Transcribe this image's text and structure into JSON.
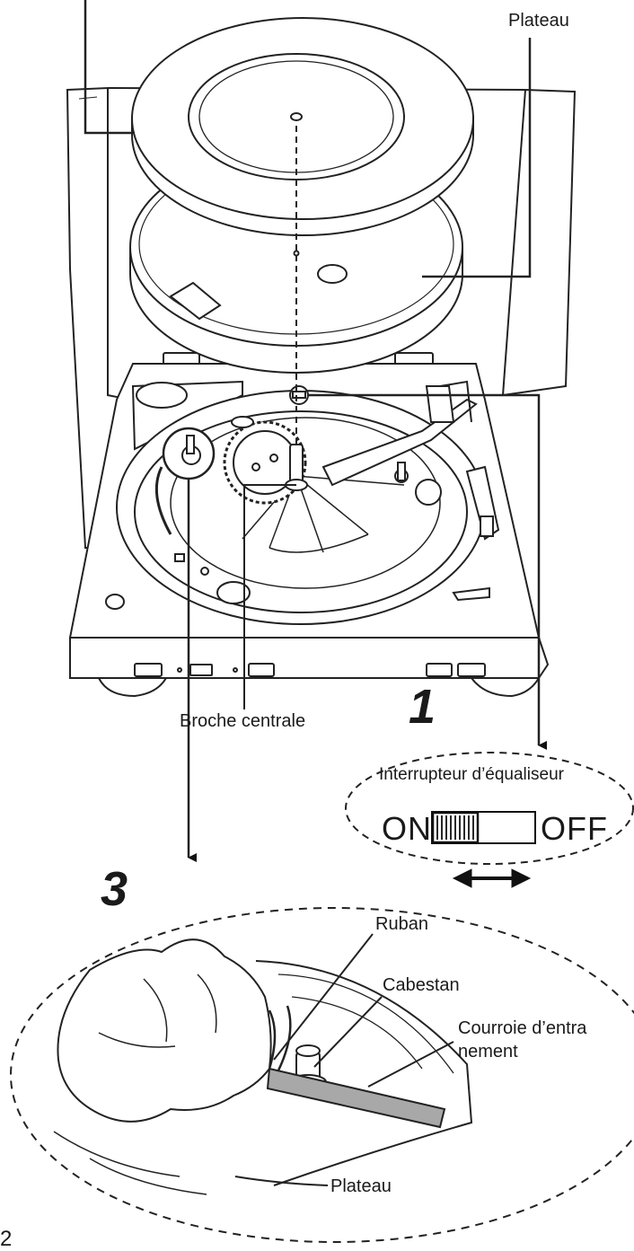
{
  "labels": {
    "plateau_top": "Plateau",
    "broche": "Broche centrale",
    "ruban": "Ruban",
    "cabestan": "Cabestan",
    "courroie_line1": "Courroie d’entra",
    "courroie_line2": "nement",
    "plateau_bottom": "Plateau"
  },
  "switch": {
    "title": "Interrupteur d’équaliseur",
    "on": "ON",
    "off": "OFF"
  },
  "steps": {
    "one": "1",
    "three": "3"
  },
  "page_number": "2"
}
